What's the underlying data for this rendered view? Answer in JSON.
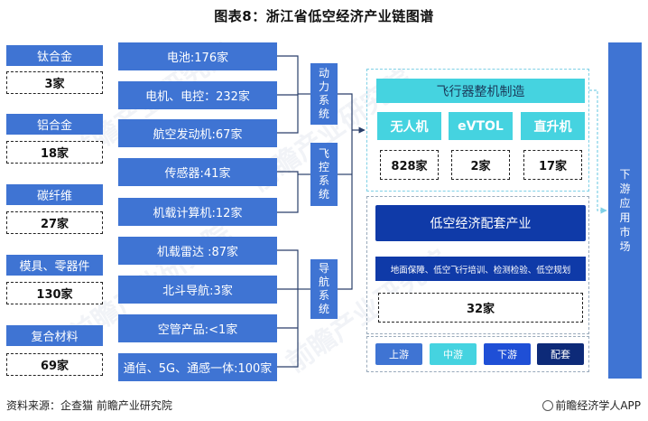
{
  "title": "图表8：浙江省低空经济产业链图谱",
  "materials": [
    {
      "label": "钛合金",
      "count": "3家"
    },
    {
      "label": "铝合金",
      "count": "18家"
    },
    {
      "label": "碳纤维",
      "count": "27家"
    },
    {
      "label": "模具、零器件",
      "count": "130家"
    },
    {
      "label": "复合材料",
      "count": "69家"
    }
  ],
  "components": [
    {
      "label": "电池:176家"
    },
    {
      "label": "电机、电控：232家"
    },
    {
      "label": "航空发动机:67家"
    },
    {
      "label": "传感器:41家"
    },
    {
      "label": "机载计算机:12家"
    },
    {
      "label": "机载雷达 :87家"
    },
    {
      "label": "北斗导航:3家"
    },
    {
      "label": "空管产品:<1家"
    },
    {
      "label": "通信、5G、通感一体:100家"
    }
  ],
  "systems": [
    {
      "label": "动力系统"
    },
    {
      "label": "飞控系统"
    },
    {
      "label": "导航系统"
    }
  ],
  "manufacturing": {
    "title": "飞行器整机制造",
    "aircraft": [
      {
        "label": "无人机",
        "count": "828家"
      },
      {
        "label": "eVTOL",
        "count": "2家"
      },
      {
        "label": "直升机",
        "count": "17家"
      }
    ]
  },
  "support": {
    "title": "低空经济配套产业",
    "services": "地面保障、低空飞行培训、检测检验、低空规划",
    "count": "32家"
  },
  "market": "下游应用市场",
  "legend": [
    {
      "label": "上游",
      "color": "#3f74d3"
    },
    {
      "label": "中游",
      "color": "#45d3e0"
    },
    {
      "label": "下游",
      "color": "#1f4fd6"
    },
    {
      "label": "配套",
      "color": "#0d2a78"
    }
  ],
  "colors": {
    "upstream": "#3f74d3",
    "midstream": "#45d3e0",
    "support": "#0f3aa8",
    "line": "#2a3f6a"
  },
  "watermark": "前瞻产业研究院",
  "footer": {
    "source": "资料来源：企查猫 前瞻产业研究院",
    "brand": "前瞻经济学人APP"
  }
}
